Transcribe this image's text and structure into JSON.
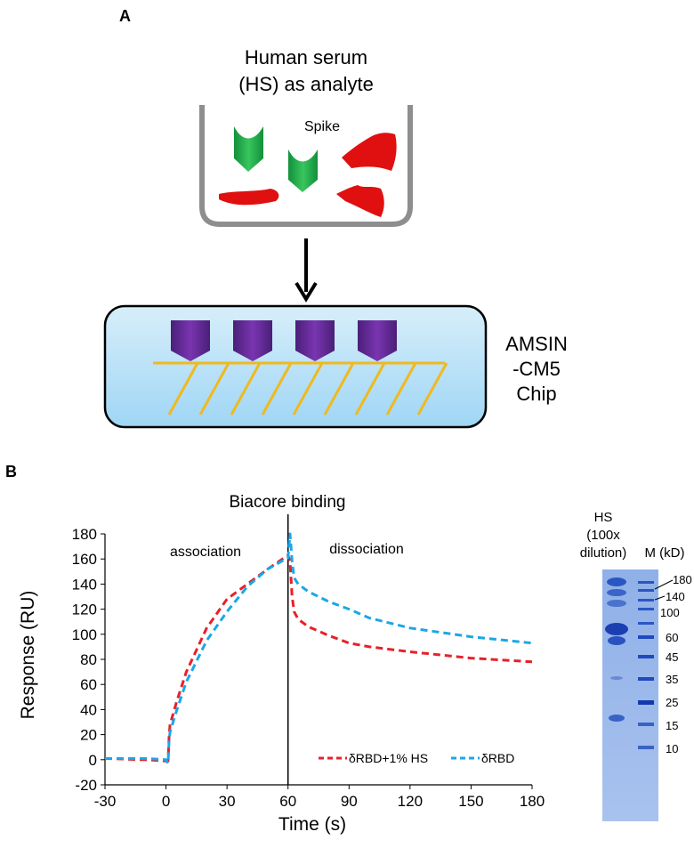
{
  "panel_a": {
    "label": "A",
    "analyte_line1": "Human serum",
    "analyte_line2": "(HS) as analyte",
    "spike_label": "Spike",
    "chip_line1": "AMSIN",
    "chip_line2": "-CM5",
    "chip_line3": "Chip",
    "colors": {
      "spike": "#22a84a",
      "serum_protein": "#e01010",
      "ligand": "#6a2a9a",
      "chip_fill": "#b7ddf3",
      "linker": "#f0b91e"
    }
  },
  "panel_b": {
    "label": "B",
    "gel": {
      "hs_line1": "HS",
      "hs_line2": "(100x",
      "hs_line3": "dilution)",
      "marker_label": "M (kD)",
      "marker_sizes": [
        "180",
        "140",
        "100",
        "60",
        "45",
        "35",
        "25",
        "15",
        "10"
      ]
    }
  },
  "chart_data": {
    "type": "line",
    "title": "Biacore binding",
    "xlabel": "Time (s)",
    "ylabel": "Response (RU)",
    "xlim": [
      -30,
      180
    ],
    "ylim": [
      -20,
      180
    ],
    "xticks": [
      -30,
      0,
      30,
      60,
      90,
      120,
      150,
      180
    ],
    "yticks": [
      -20,
      0,
      20,
      40,
      60,
      80,
      100,
      120,
      140,
      160,
      180
    ],
    "annotations": [
      "association",
      "dissociation"
    ],
    "injection_end_line_x": 60,
    "legend_position": "bottom-right",
    "series": [
      {
        "name": "δRBD+1% HS",
        "color": "#e8202a",
        "x": [
          -30,
          -10,
          0,
          1,
          1.5,
          2,
          5,
          10,
          20,
          30,
          40,
          50,
          60,
          61,
          62,
          63,
          65,
          70,
          80,
          90,
          100,
          120,
          150,
          180
        ],
        "y": [
          1,
          0,
          -1,
          -1,
          18,
          28,
          45,
          70,
          105,
          128,
          140,
          152,
          163,
          158,
          130,
          118,
          112,
          106,
          99,
          93,
          90,
          86,
          81,
          78
        ]
      },
      {
        "name": "δRBD",
        "color": "#1aa7e8",
        "x": [
          -30,
          -10,
          0,
          1,
          1.5,
          2,
          5,
          10,
          20,
          30,
          40,
          50,
          60,
          61,
          62,
          63,
          65,
          70,
          80,
          90,
          100,
          120,
          150,
          180
        ],
        "y": [
          1,
          1,
          0,
          -3,
          15,
          22,
          38,
          62,
          95,
          118,
          138,
          152,
          161,
          180,
          158,
          145,
          140,
          134,
          126,
          120,
          113,
          105,
          98,
          93
        ]
      }
    ]
  }
}
